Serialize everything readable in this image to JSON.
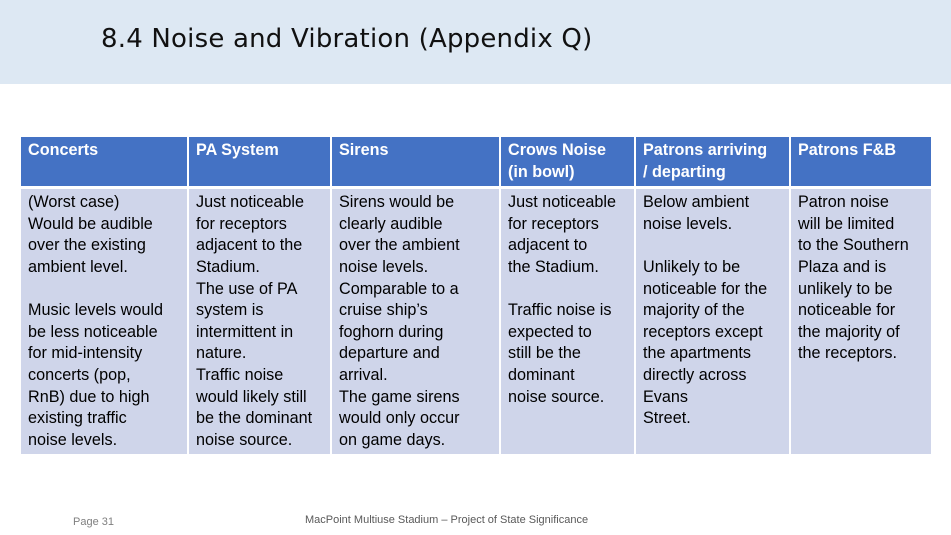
{
  "slide": {
    "title": "8.4 Noise and Vibration (Appendix Q)",
    "footer_page": "Page 31",
    "footer_text": "MacPoint Multiuse Stadium – Project of State Significance"
  },
  "table": {
    "headers": [
      "Concerts",
      "PA System",
      "Sirens",
      "Crows Noise\n(in bowl)",
      "Patrons arriving\n/ departing",
      "Patrons F&B"
    ],
    "cells": [
      "(Worst case)\nWould be audible\nover the existing\nambient level.\n\nMusic levels would\nbe less noticeable\nfor mid-intensity\nconcerts (pop,\nRnB) due to high\nexisting traffic\nnoise levels.",
      "Just noticeable\nfor receptors\nadjacent to the\nStadium.\nThe use of PA\nsystem is\nintermittent in\nnature.\nTraffic noise\nwould likely still\nbe the dominant\nnoise source.",
      "Sirens would be\nclearly audible\nover the ambient\nnoise levels.\nComparable to a\ncruise ship’s\nfoghorn during\ndeparture and\narrival.\nThe game sirens\nwould only occur\non game days.",
      "Just noticeable\nfor receptors\nadjacent to\nthe Stadium.\n\nTraffic noise is\nexpected to\nstill be the\ndominant\nnoise source.",
      "Below ambient\nnoise levels.\n\nUnlikely to be\nnoticeable for the\nmajority of the\nreceptors except\nthe apartments\ndirectly across\nEvans\nStreet.",
      "Patron noise\nwill be limited\nto the Southern\nPlaza and is\nunlikely to be\nnoticeable for\nthe majority of\nthe receptors."
    ]
  },
  "colors": {
    "title_band": "#dde8f3",
    "header_fill": "#4472c4",
    "body_fill": "#cfd5ea"
  }
}
